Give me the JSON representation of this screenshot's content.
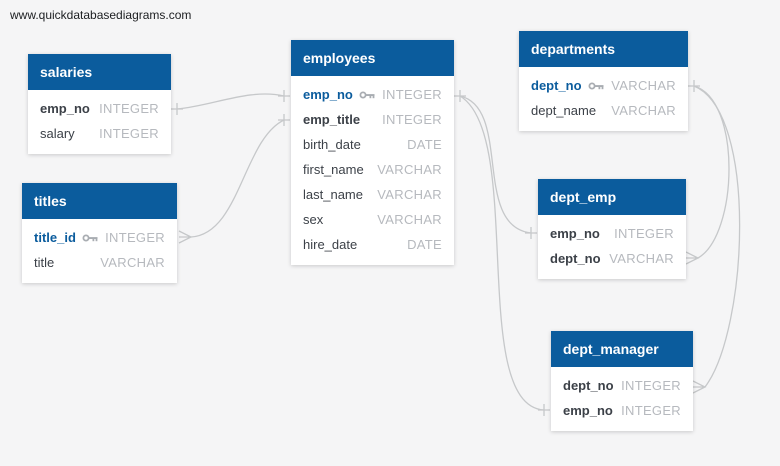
{
  "watermark": {
    "text": "www.quickdatabasediagrams.com"
  },
  "colors": {
    "table_header": "#0b5c9d",
    "canvas_background": "#f5f5f6",
    "table_background": "#ffffff",
    "primary_key_text": "#0b5c9d",
    "field_name_text": "#3c4148",
    "field_type_text": "#b6b9be",
    "connector_line": "#c6c8ca"
  },
  "tables": [
    {
      "name": "salaries",
      "fields": [
        {
          "name": "emp_no",
          "type": "INTEGER",
          "pk": false,
          "bold": true
        },
        {
          "name": "salary",
          "type": "INTEGER",
          "pk": false,
          "bold": false
        }
      ]
    },
    {
      "name": "titles",
      "fields": [
        {
          "name": "title_id",
          "type": "INTEGER",
          "pk": true,
          "bold": true
        },
        {
          "name": "title",
          "type": "VARCHAR",
          "pk": false,
          "bold": false
        }
      ]
    },
    {
      "name": "employees",
      "fields": [
        {
          "name": "emp_no",
          "type": "INTEGER",
          "pk": true,
          "bold": true
        },
        {
          "name": "emp_title",
          "type": "INTEGER",
          "pk": false,
          "bold": true
        },
        {
          "name": "birth_date",
          "type": "DATE",
          "pk": false,
          "bold": false
        },
        {
          "name": "first_name",
          "type": "VARCHAR",
          "pk": false,
          "bold": false
        },
        {
          "name": "last_name",
          "type": "VARCHAR",
          "pk": false,
          "bold": false
        },
        {
          "name": "sex",
          "type": "VARCHAR",
          "pk": false,
          "bold": false
        },
        {
          "name": "hire_date",
          "type": "DATE",
          "pk": false,
          "bold": false
        }
      ]
    },
    {
      "name": "departments",
      "fields": [
        {
          "name": "dept_no",
          "type": "VARCHAR",
          "pk": true,
          "bold": true
        },
        {
          "name": "dept_name",
          "type": "VARCHAR",
          "pk": false,
          "bold": false
        }
      ]
    },
    {
      "name": "dept_emp",
      "fields": [
        {
          "name": "emp_no",
          "type": "INTEGER",
          "pk": false,
          "bold": true
        },
        {
          "name": "dept_no",
          "type": "VARCHAR",
          "pk": false,
          "bold": true
        }
      ]
    },
    {
      "name": "dept_manager",
      "fields": [
        {
          "name": "dept_no",
          "type": "INTEGER",
          "pk": false,
          "bold": true
        },
        {
          "name": "emp_no",
          "type": "INTEGER",
          "pk": false,
          "bold": true
        }
      ]
    }
  ],
  "relationships": [
    {
      "from": "salaries.emp_no",
      "from_marker": "one",
      "to": "employees.emp_no",
      "to_marker": "one"
    },
    {
      "from": "titles.title_id",
      "from_marker": "many",
      "to": "employees.emp_title",
      "to_marker": "one"
    },
    {
      "from": "employees.emp_no",
      "from_marker": "one",
      "to": "dept_emp.emp_no",
      "to_marker": "one"
    },
    {
      "from": "employees.emp_no",
      "from_marker": "one",
      "to": "dept_manager.emp_no",
      "to_marker": "one"
    },
    {
      "from": "departments.dept_no",
      "from_marker": "one",
      "to": "dept_emp.dept_no",
      "to_marker": "many"
    },
    {
      "from": "departments.dept_no",
      "from_marker": "one",
      "to": "dept_manager.dept_no",
      "to_marker": "many"
    }
  ]
}
